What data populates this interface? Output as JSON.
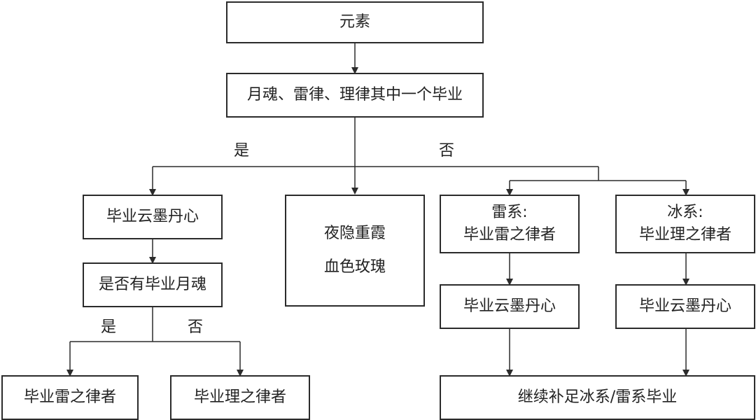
{
  "nodes": {
    "root": "元素",
    "q1": "月魂、雷律、理律其中一个毕业",
    "yes_yunmo": "毕业云墨丹心",
    "q2": "是否有毕业月魂",
    "leaf_lei": "毕业雷之律者",
    "leaf_li": "毕业理之律者",
    "middle": {
      "line1": "夜隐重霞",
      "line2": "血色玫瑰"
    },
    "thunder": {
      "line1": "雷系:",
      "line2": "毕业雷之律者"
    },
    "ice": {
      "line1": "冰系:",
      "line2": "毕业理之律者"
    },
    "thunder_yunmo": "毕业云墨丹心",
    "ice_yunmo": "毕业云墨丹心",
    "final": "继续补足冰系/雷系毕业"
  },
  "labels": {
    "yes1": "是",
    "no1": "否",
    "yes2": "是",
    "no2": "否"
  },
  "colors": {
    "line": "#2b2b2b",
    "text": "#222222"
  }
}
